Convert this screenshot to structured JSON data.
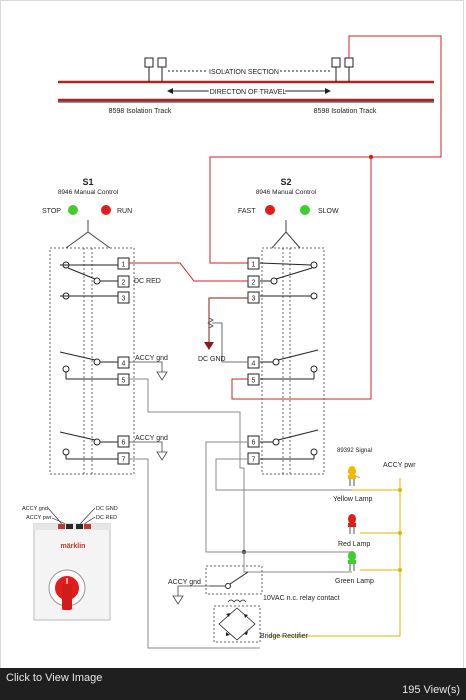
{
  "diagram": {
    "isolation_section": "ISOLATION SECTION",
    "direction": "DIRECTON OF TRAVEL",
    "track_left": "8598 Isolation Track",
    "track_right": "8598 Isolation Track",
    "s1": {
      "title": "S1",
      "subtitle": "8946 Manual Control",
      "led_left": "STOP",
      "led_right": "RUN"
    },
    "s2": {
      "title": "S2",
      "subtitle": "8946 Manual Control",
      "led_left": "FAST",
      "led_right": "SLOW"
    },
    "terminals": [
      "1",
      "2",
      "3",
      "4",
      "5",
      "6",
      "7"
    ],
    "dc_red": "DC RED",
    "dc_gnd": "DC GND",
    "accy_gnd_1": "ACCY gnd",
    "accy_gnd_2": "ACCY gnd",
    "accy_gnd_3": "ACCY gnd",
    "signal": "89392 Signal",
    "accy_pwr": "ACCY pwr",
    "yellow_lamp": "Yellow Lamp",
    "red_lamp": "Red Lamp",
    "green_lamp": "Green Lamp",
    "relay": "10VAC n.c. relay contact",
    "rectifier": "Bridge Rectifier",
    "transformer": {
      "accy_gnd": "ACCY gnd",
      "accy_pwr": "ACCY pwr",
      "dc_gnd": "DC GND",
      "dc_red": "DC RED",
      "brand": "märklin"
    }
  },
  "footer": {
    "link": "Click to View Image",
    "views": "195 View(s)"
  },
  "colors": {
    "rail": "#b22222",
    "red_wire": "#d32020",
    "gray_wire": "#8a8a8a",
    "yellow_wire": "#e0b400",
    "led_green": "#3ecf2e",
    "led_red": "#e21b1b",
    "lamp_yellow": "#f5b800",
    "footer": "#1f1f1f"
  }
}
